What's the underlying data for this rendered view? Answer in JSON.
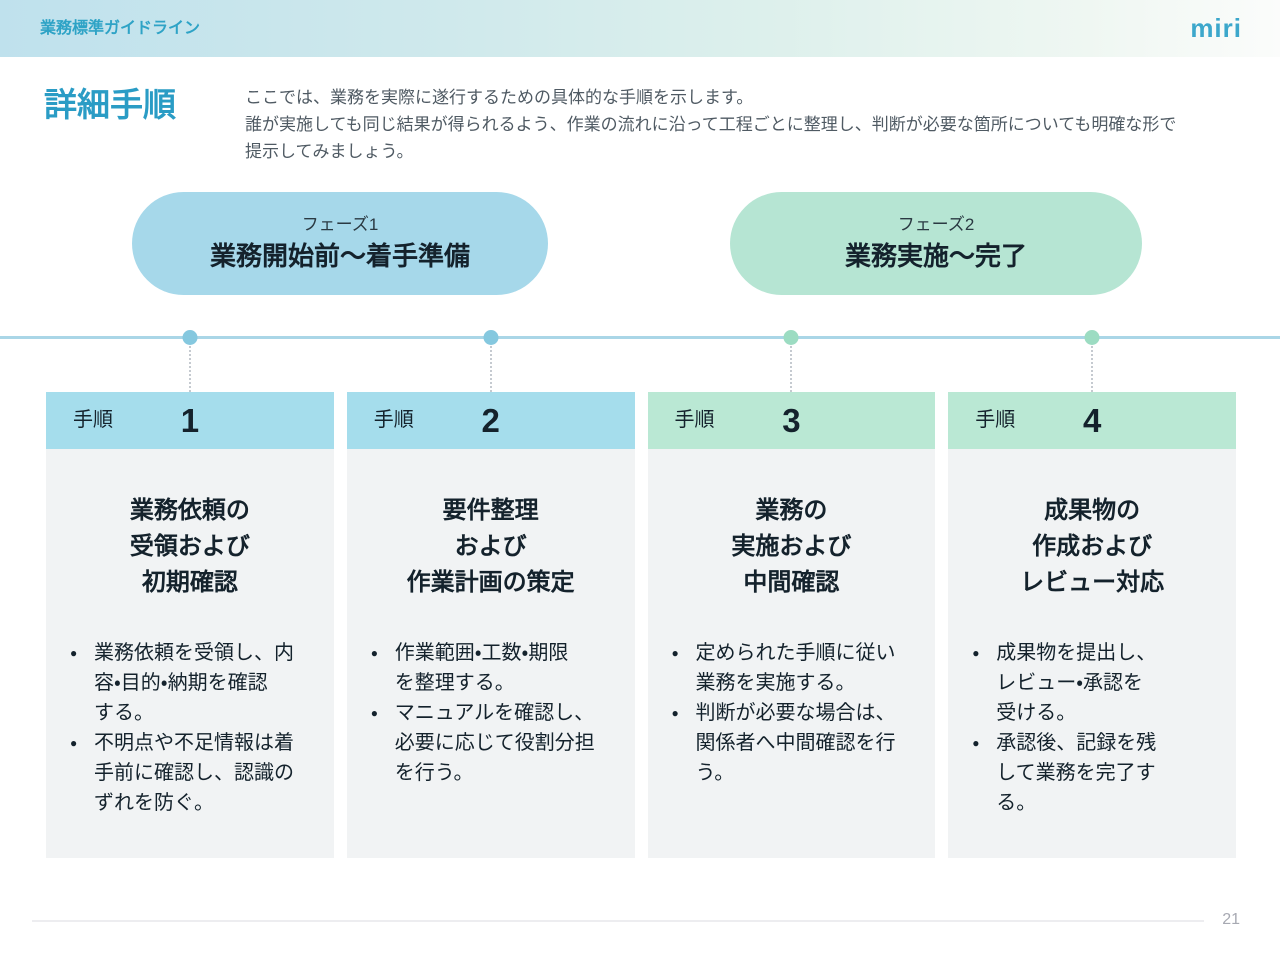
{
  "colors": {
    "accent_teal": "#2ea3c6",
    "phase1_blue": "#a6d8ea",
    "phase2_green": "#b6e5d3",
    "step_header_blue": "#a5ddec",
    "step_header_green": "#bae8d4",
    "card_body_gray": "#f1f3f4",
    "timeline_line_blue": "#aad6e7",
    "dot_blue": "#85c8df",
    "dot_green": "#9cdcc2",
    "text_dark": "#14222c",
    "text_gray": "#4f5a63",
    "page_number_gray": "#a7a9b2"
  },
  "header": {
    "app_title": "業務標準ガイドライン",
    "logo": "miri"
  },
  "intro": {
    "title": "詳細手順",
    "description_lines": [
      "ここでは、業務を実際に遂行するための具体的な手順を示します。",
      "誰が実施しても同じ結果が得られるよう、作業の流れに沿って工程ごとに整理し、判断が必要な箇所についても明確な形で",
      "提示してみましょう。"
    ]
  },
  "phases": [
    {
      "label": "フェーズ1",
      "title": "業務開始前～着手準備"
    },
    {
      "label": "フェーズ2",
      "title": "業務実施～完了"
    }
  ],
  "steps": [
    {
      "label": "手順",
      "number": "1",
      "title_lines": [
        "業務依頼の",
        "受領および",
        "初期確認"
      ],
      "bullets": [
        [
          "業務依頼を受領し、内",
          "容・目的・納期を確認",
          "する。"
        ],
        [
          "不明点や不足情報は着",
          "手前に確認し、認識の",
          "ずれを防ぐ。"
        ]
      ]
    },
    {
      "label": "手順",
      "number": "2",
      "title_lines": [
        "要件整理",
        "および",
        "作業計画の策定"
      ],
      "bullets": [
        [
          "作業範囲・工数・期限",
          "を整理する。"
        ],
        [
          "マニュアルを確認し、",
          "必要に応じて役割分担",
          "を行う。"
        ]
      ]
    },
    {
      "label": "手順",
      "number": "3",
      "title_lines": [
        "業務の",
        "実施および",
        "中間確認"
      ],
      "bullets": [
        [
          "定められた手順に従い",
          "業務を実施する。"
        ],
        [
          "判断が必要な場合は、",
          "関係者へ中間確認を行",
          "う。"
        ]
      ]
    },
    {
      "label": "手順",
      "number": "4",
      "title_lines": [
        "成果物の",
        "作成および",
        "レビュー対応"
      ],
      "bullets": [
        [
          "成果物を提出し、",
          "レビュー・承認を",
          "受ける。"
        ],
        [
          "承認後、記録を残",
          "して業務を完了す",
          "る。"
        ]
      ]
    }
  ],
  "footer": {
    "page_number": "21"
  }
}
